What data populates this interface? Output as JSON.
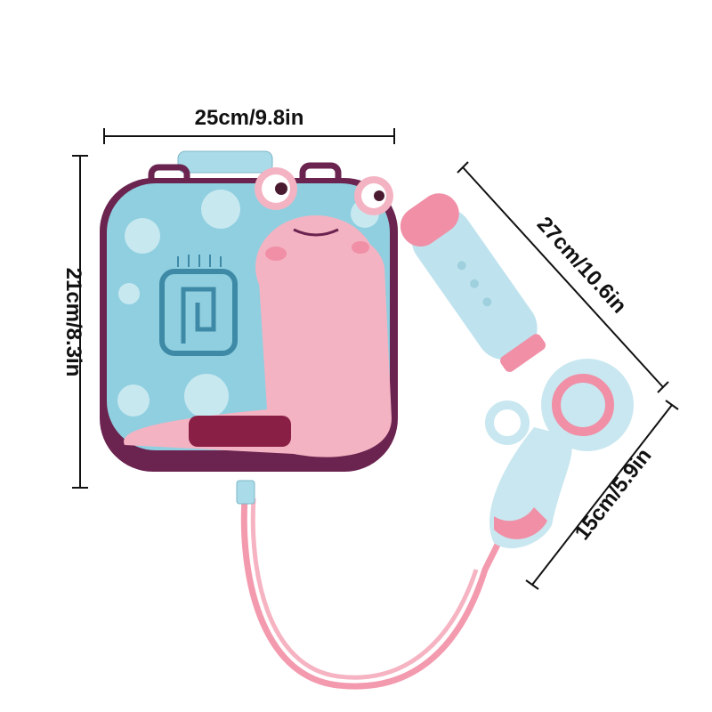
{
  "dimensions": {
    "width": "25cm/9.8in",
    "height": "21cm/8.3in",
    "gun_length": "27cm/10.6in",
    "gun_height": "15cm/5.9in"
  },
  "colors": {
    "shell_blue": "#8fcfe0",
    "snail_pink": "#f4b3c2",
    "frame_purple": "#6b2350",
    "hose_pink": "#f39aae",
    "dimension_line": "#111111"
  }
}
